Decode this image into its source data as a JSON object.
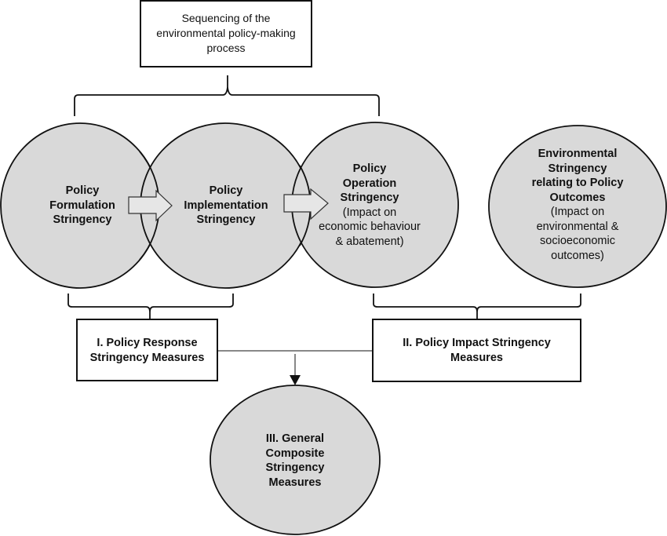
{
  "title_box": {
    "lines": [
      "Sequencing of the",
      "environmental policy-making",
      "process"
    ]
  },
  "stages": [
    {
      "id": "formulation",
      "bold": [
        "Policy",
        "Formulation",
        "Stringency"
      ],
      "normal": []
    },
    {
      "id": "implementation",
      "bold": [
        "Policy",
        "Implementation",
        "Stringency"
      ],
      "normal": []
    },
    {
      "id": "operation",
      "bold": [
        "Policy",
        "Operation",
        "Stringency"
      ],
      "normal": [
        "(Impact on",
        "economic behaviour",
        "& abatement)"
      ]
    },
    {
      "id": "outcomes",
      "bold": [
        "Environmental",
        "Stringency",
        "relating to Policy",
        "Outcomes"
      ],
      "normal": [
        "(Impact on",
        "environmental &",
        "socioeconomic",
        "outcomes)"
      ]
    }
  ],
  "measures": {
    "response": {
      "lines": [
        "I. Policy Response",
        "Stringency Measures"
      ]
    },
    "impact": {
      "lines": [
        "II. Policy Impact Stringency",
        "Measures"
      ]
    },
    "composite": {
      "lines": [
        "III. General",
        "Composite",
        "Stringency",
        "Measures"
      ]
    }
  },
  "colors": {
    "circle_fill": "#d9d9d9",
    "stroke": "#111111",
    "box_fill": "#ffffff",
    "arrow_fill": "#e6e6e6"
  }
}
